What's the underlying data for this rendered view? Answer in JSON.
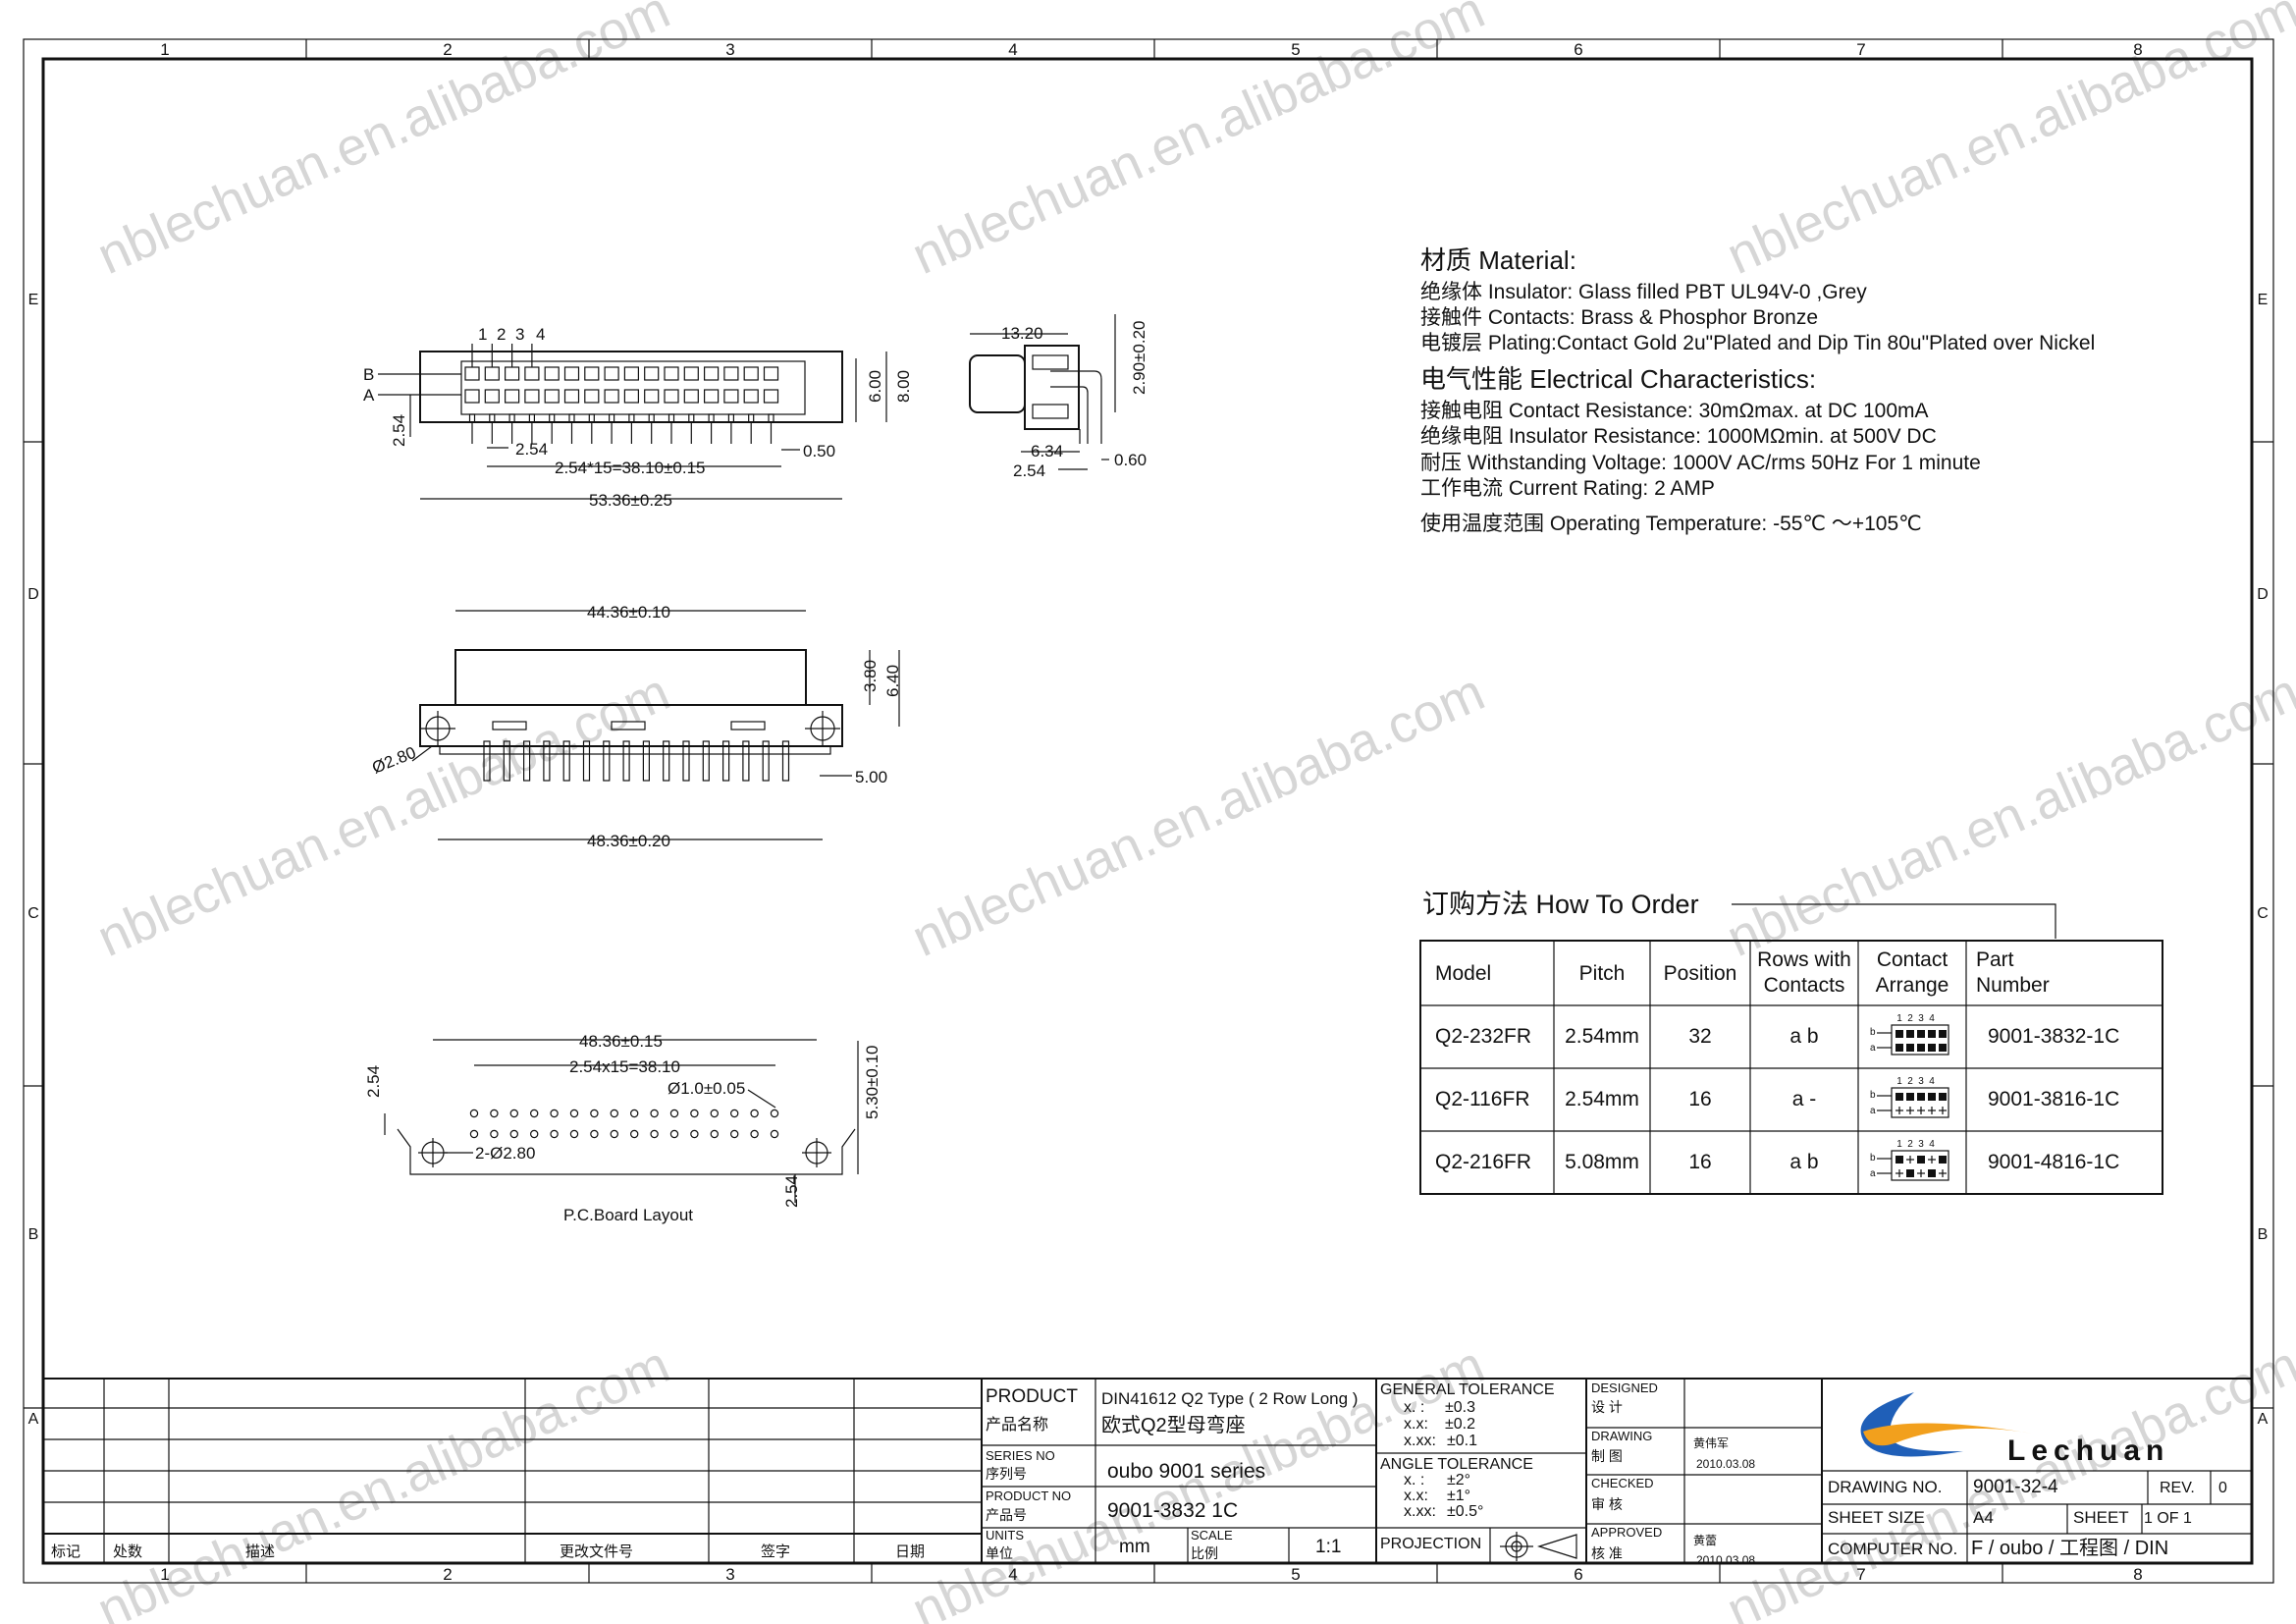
{
  "grid": {
    "columns": [
      "1",
      "2",
      "3",
      "4",
      "5",
      "6",
      "7",
      "8"
    ],
    "rows": [
      "E",
      "D",
      "C",
      "B",
      "A"
    ]
  },
  "watermark": "nblechuan.en.alibaba.com",
  "front_view": {
    "pin_numbers": [
      "1",
      "2",
      "3",
      "4"
    ],
    "row_labels": [
      "B",
      "A"
    ],
    "dims": {
      "pitch": "2.54",
      "span": "2.54*15=38.10±0.15",
      "overall": "53.36±0.25",
      "pin": "0.50",
      "h6": "6.00",
      "h8": "8.00",
      "left_pitch": "2.54"
    },
    "pin_count": 16
  },
  "side_view": {
    "dims": {
      "top": "13.20",
      "height": "2.90±0.20",
      "pin_len": "6.34",
      "pitch": "2.54",
      "pin_w": "0.60"
    }
  },
  "top_view": {
    "dims": {
      "body": "44.36±0.10",
      "d1": "3.80",
      "d2": "6.40",
      "hole": "Ø2.80",
      "pin": "5.00",
      "mount": "48.36±0.20"
    }
  },
  "pcb": {
    "dims": {
      "mount": "48.36±0.15",
      "span": "2.54x15=38.10",
      "hole": "Ø1.0±0.05",
      "mount_hole": "2-Ø2.80",
      "pitch": "2.54",
      "height": "5.30±0.10",
      "bottom": "2.54"
    },
    "label": "P.C.Board Layout"
  },
  "material": {
    "title": "材质 Material:",
    "lines": [
      "绝缘体 Insulator: Glass filled PBT UL94V-0 ,Grey",
      "接触件 Contacts: Brass & Phosphor Bronze",
      "电镀层 Plating:Contact Gold 2u\"Plated and Dip Tin 80u\"Plated over Nickel"
    ]
  },
  "electrical": {
    "title": "电气性能 Electrical Characteristics:",
    "lines": [
      "接触电阻 Contact Resistance: 30mΩmax. at DC 100mA",
      "绝缘电阻 Insulator Resistance: 1000MΩmin. at 500V DC",
      "耐压 Withstanding Voltage: 1000V AC/rms 50Hz For 1 minute",
      "工作电流 Current Rating: 2 AMP",
      "使用温度范围 Operating Temperature: -55℃ ～+105℃"
    ]
  },
  "order": {
    "title": "订购方法 How To Order",
    "headers": [
      [
        "Model"
      ],
      [
        "Pitch"
      ],
      [
        "Position"
      ],
      [
        "Rows with",
        "Contacts"
      ],
      [
        "Contact",
        "Arrange"
      ],
      [
        "Part",
        "Number"
      ]
    ],
    "rows": [
      {
        "model": "Q2-232FR",
        "pitch": "2.54mm",
        "position": "32",
        "rows": "a  b",
        "part": "9001-3832-1C",
        "pattern": [
          "b",
          "a"
        ]
      },
      {
        "model": "Q2-116FR",
        "pitch": "2.54mm",
        "position": "16",
        "rows": "a  -",
        "part": "9001-3816-1C",
        "pattern": [
          "b",
          "-"
        ]
      },
      {
        "model": "Q2-216FR",
        "pitch": "5.08mm",
        "position": "16",
        "rows": "a  b",
        "part": "9001-4816-1C",
        "pattern": [
          "alt",
          "alt"
        ]
      }
    ],
    "arrange_numbers": [
      "1",
      "2",
      "3",
      "4"
    ],
    "arrange_rows": [
      "b",
      "a"
    ]
  },
  "title_block": {
    "rev_headers": [
      "标记",
      "处数",
      "描述",
      "更改文件号",
      "签字",
      "日期"
    ],
    "product_label": "PRODUCT",
    "product_label_cn": "产品名称",
    "product_value_1": "DIN41612 Q2 Type ( 2 Row Long )",
    "product_value_2": "欧式Q2型母弯座",
    "series_label": "SERIES NO",
    "series_label_cn": "序列号",
    "series_value": "oubo 9001 series",
    "productno_label": "PRODUCT NO",
    "productno_label_cn": "产品号",
    "productno_value": "9001-3832 1C",
    "units_label": "UNITS",
    "units_label_cn": "单位",
    "units_value": "mm",
    "scale_label": "SCALE",
    "scale_label_cn": "比例",
    "scale_value": "1:1",
    "gen_tol_title": "GENERAL TOLERANCE",
    "gen_tol": [
      [
        "x. :",
        "±0.3"
      ],
      [
        "x.x:",
        "±0.2"
      ],
      [
        "x.xx:",
        "±0.1"
      ]
    ],
    "ang_tol_title": "ANGLE TOLERANCE",
    "ang_tol": [
      [
        "x. :",
        "±2°"
      ],
      [
        "x.x:",
        "±1°"
      ],
      [
        "x.xx:",
        "±0.5°"
      ]
    ],
    "projection_label": "PROJECTION",
    "designed_label": "DESIGNED",
    "designed_label_cn": "设 计",
    "drawing_label": "DRAWING",
    "drawing_label_cn": "制 图",
    "drawn_by": "黄伟军",
    "drawn_date": "2010.03.08",
    "checked_label": "CHECKED",
    "checked_label_cn": "审 核",
    "approved_label": "APPROVED",
    "approved_label_cn": "核 准",
    "approved_by": "黄蕾",
    "approved_date": "2010.03.08",
    "logo_text": "Lechuan",
    "drawing_no_label": "DRAWING NO.",
    "drawing_no": "9001-32-4",
    "rev_label": "REV.",
    "rev_value": "0",
    "sheet_size_label": "SHEET SIZE",
    "sheet_size": "A4",
    "sheet_label": "SHEET",
    "sheet_value": "1 OF 1",
    "computer_no_label": "COMPUTER NO.",
    "computer_no": "F / oubo / 工程图 / DIN",
    "colors": {
      "logo_blue": "#1f5fb8",
      "logo_orange": "#f2a01d",
      "logo_gray": "#7a7a7a"
    }
  }
}
